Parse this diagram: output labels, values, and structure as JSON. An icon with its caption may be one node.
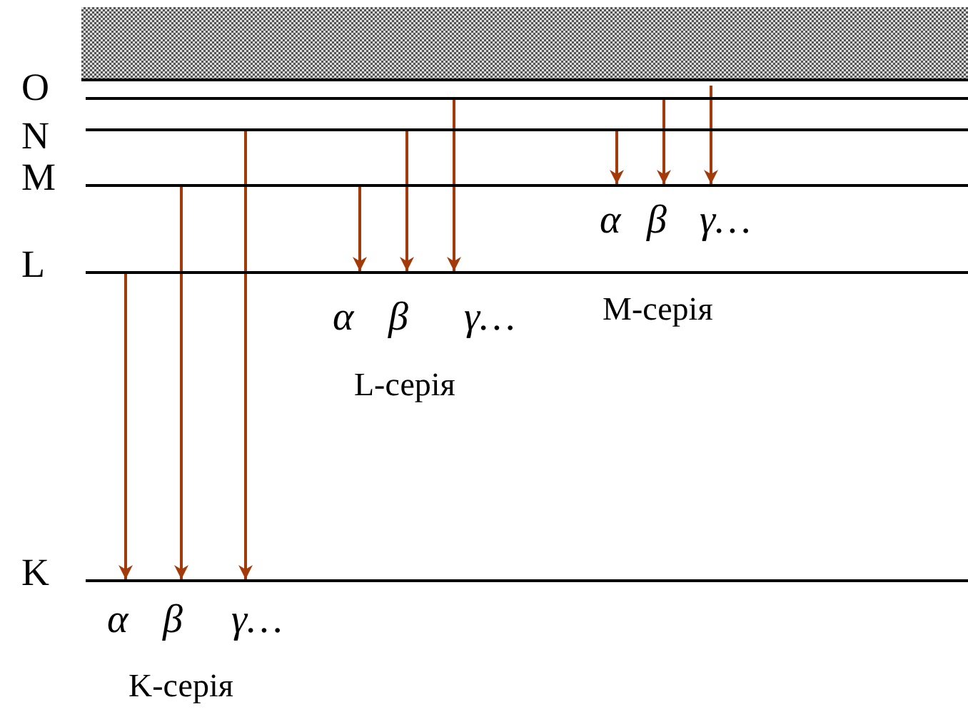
{
  "diagram": {
    "nodes": [
      {
        "text": [],
        "shape": "bar"
      },
      {
        "text": [
          "O"
        ]
      },
      {
        "text": [
          "N"
        ]
      },
      {
        "text": [
          "M"
        ]
      },
      {
        "text": [
          "L"
        ]
      },
      {
        "text": [
          "K"
        ]
      }
    ],
    "edges": [
      {
        "from": 4,
        "to": 5,
        "arrow": "to"
      },
      {
        "from": 3,
        "to": 5,
        "arrow": "to"
      },
      {
        "from": 2,
        "to": 5,
        "arrow": "to"
      },
      {
        "from": 3,
        "to": 4,
        "arrow": "to"
      },
      {
        "from": 2,
        "to": 4,
        "arrow": "to"
      },
      {
        "from": 1,
        "to": 4,
        "arrow": "to"
      },
      {
        "from": 2,
        "to": 3,
        "arrow": "to"
      },
      {
        "from": 1,
        "to": 3,
        "arrow": "to"
      },
      {
        "from": 0,
        "to": 3,
        "arrow": "to"
      }
    ],
    "labels": [
      "α",
      "β",
      "γ…",
      "M-серія",
      "α",
      "β",
      "γ…",
      "L-серія",
      "α",
      "β",
      "γ…",
      "K-серія"
    ]
  }
}
